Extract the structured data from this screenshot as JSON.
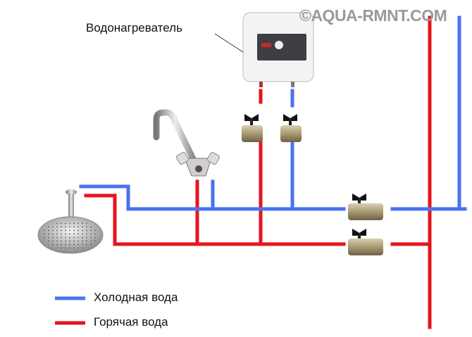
{
  "labels": {
    "heater": "Водонагреватель",
    "watermark": "©AQUA-RMNT.COM"
  },
  "legend": [
    {
      "label": "Холодная вода",
      "color": "#4a72f0"
    },
    {
      "label": "Горячая вода",
      "color": "#e8141c"
    }
  ],
  "colors": {
    "cold": "#4a72f0",
    "hot": "#e8141c"
  }
}
